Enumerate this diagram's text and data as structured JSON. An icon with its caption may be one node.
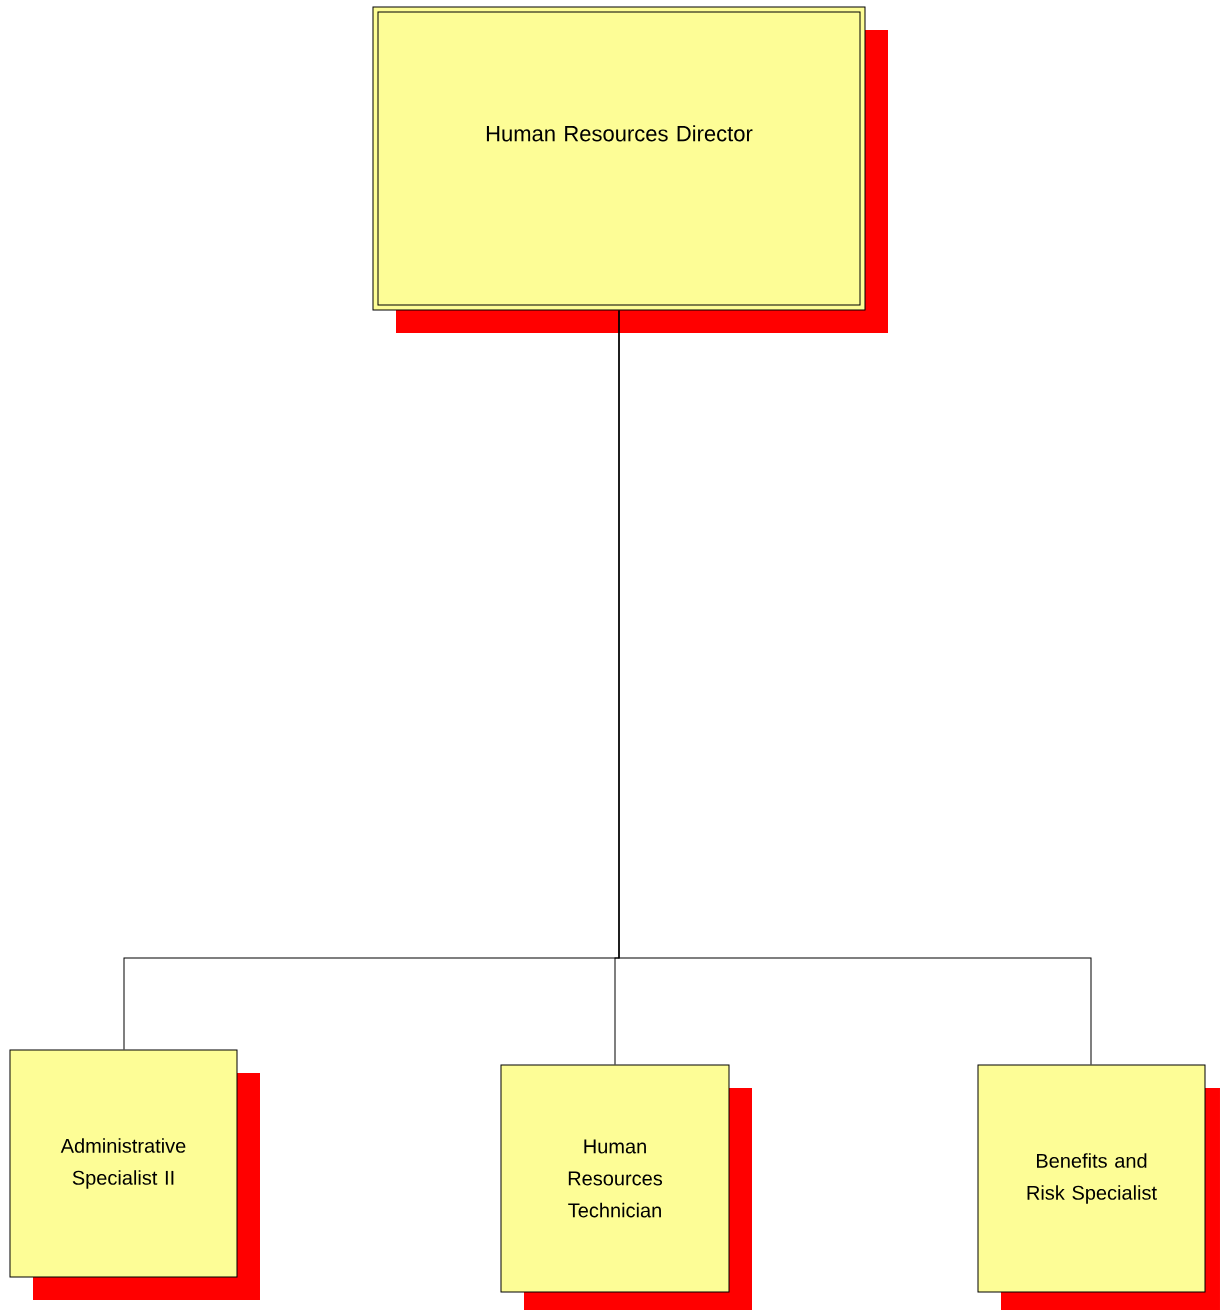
{
  "diagram": {
    "nodes": [
      {
        "text": [
          "Human Resources Director"
        ]
      },
      {
        "text": [
          "Administrative Specialist II"
        ]
      },
      {
        "text": [
          "Human Resources Technician"
        ]
      },
      {
        "text": [
          "Benefits and Risk Specialist"
        ]
      }
    ],
    "edges": [
      {
        "from": 0,
        "to": 1,
        "arrow": "none"
      },
      {
        "from": 0,
        "to": 2,
        "arrow": "none"
      },
      {
        "from": 0,
        "to": 3,
        "arrow": "none"
      }
    ]
  }
}
